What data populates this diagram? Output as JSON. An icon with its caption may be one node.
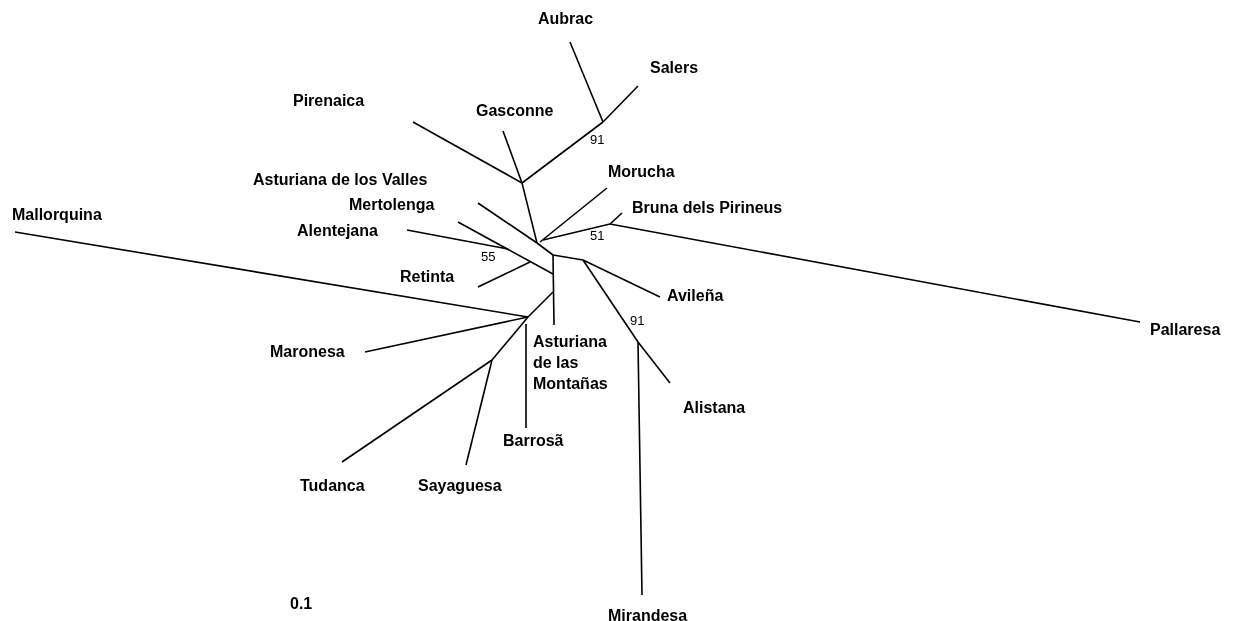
{
  "diagram": {
    "labels": [
      "Aubrac",
      "Salers",
      "Pirenaica",
      "Gasconne",
      "91",
      "Asturiana de los Valles",
      "Morucha",
      "Mertolenga",
      "Bruna dels Pirineus",
      "Mallorquina",
      "Alentejana",
      "51",
      "55",
      "Retinta",
      "Avileña",
      "Pallaresa",
      "91",
      "Maronesa",
      "Asturiana de las Montañas",
      "Alistana",
      "Barrosã",
      "Tudanca",
      "Sayaguesa",
      "0.1",
      "Mirandesa"
    ]
  }
}
